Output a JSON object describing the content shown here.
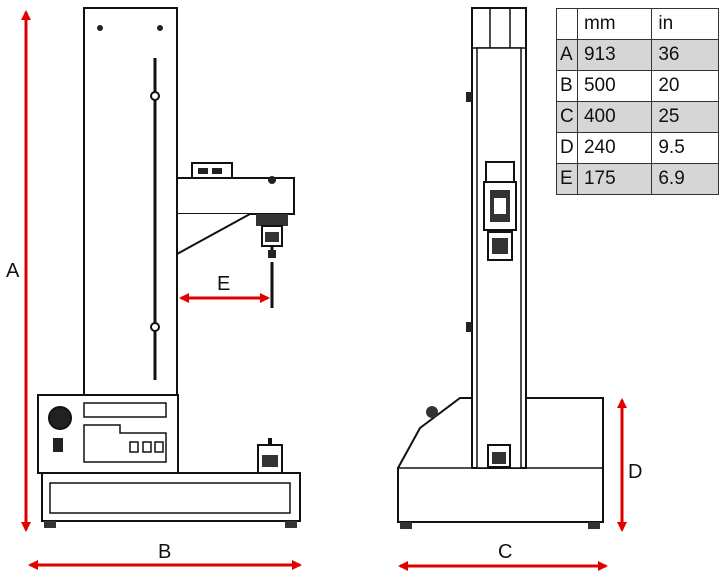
{
  "labels": {
    "A": "A",
    "B": "B",
    "C": "C",
    "D": "D",
    "E": "E"
  },
  "colors": {
    "dimension_arrow": "#e00000",
    "line": "#111111",
    "shade": "#d6d6d6"
  },
  "table": {
    "headers": [
      "",
      "mm",
      "in"
    ],
    "rows": [
      {
        "label": "A",
        "mm": "913",
        "in": "36"
      },
      {
        "label": "B",
        "mm": "500",
        "in": "20"
      },
      {
        "label": "C",
        "mm": "400",
        "in": "25"
      },
      {
        "label": "D",
        "mm": "240",
        "in": "9.5"
      },
      {
        "label": "E",
        "mm": "175",
        "in": "6.9"
      }
    ]
  }
}
